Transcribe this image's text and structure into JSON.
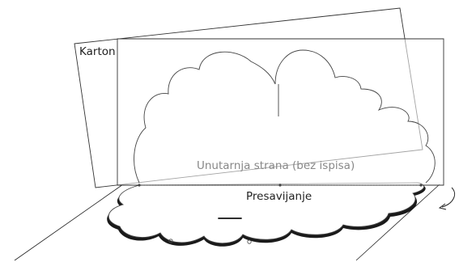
{
  "labels": {
    "karton": "Karton",
    "inner_side": "Unutarnja strana (bez ispisa)",
    "fold": "Presavijanje"
  }
}
